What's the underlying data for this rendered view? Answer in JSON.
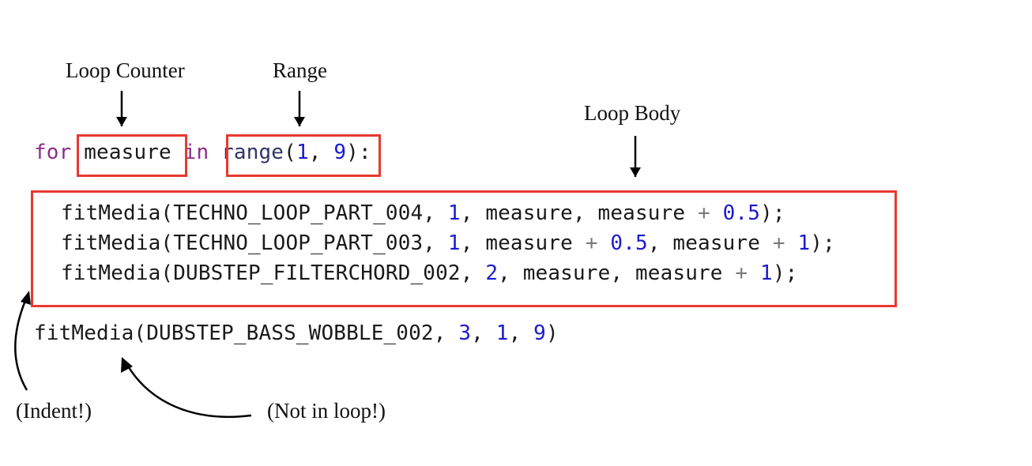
{
  "annotations": {
    "loop_counter": "Loop Counter",
    "range": "Range",
    "loop_body": "Loop Body",
    "indent": "(Indent!)",
    "not_in_loop": "(Not in loop!)"
  },
  "code": {
    "line1": {
      "for_kw": "for",
      "var": "measure",
      "in_kw": "in",
      "range_fn": "range",
      "open": "(",
      "arg1": "1",
      "sep": ", ",
      "arg2": "9",
      "close": ")",
      "colon": ":"
    },
    "body": [
      {
        "fn": "fitMedia(TECHNO_LOOP_PART_004, ",
        "n1": "1",
        "mid1": ", measure, measure ",
        "op": "+",
        "sp": " ",
        "n2": "0.5",
        "end": ");"
      },
      {
        "fn": "fitMedia(TECHNO_LOOP_PART_003, ",
        "n1": "1",
        "mid1": ", measure ",
        "op1": "+",
        "sp1": " ",
        "n2": "0.5",
        "mid2": ", measure ",
        "op2": "+",
        "sp2": " ",
        "n3": "1",
        "end": ");"
      },
      {
        "fn": "fitMedia(DUBSTEP_FILTERCHORD_002, ",
        "n1": "2",
        "mid1": ", measure, measure ",
        "op": "+",
        "sp": " ",
        "n2": "1",
        "end": ");"
      }
    ],
    "after": {
      "fn": "fitMedia(DUBSTEP_BASS_WOBBLE_002, ",
      "n1": "3",
      "s1": ", ",
      "n2": "1",
      "s2": ", ",
      "n3": "9",
      "end": ")"
    }
  },
  "colors": {
    "highlight_box": "#e8392f",
    "keyword": "#8a2f8a",
    "number": "#1a1ad0",
    "function": "#333366",
    "operator": "#7a7a7a"
  }
}
